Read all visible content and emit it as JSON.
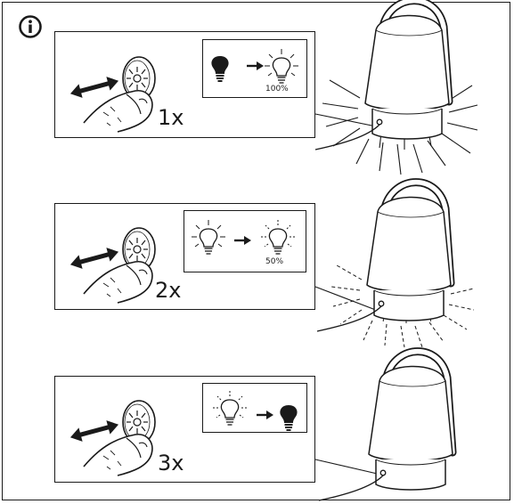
{
  "icons": {
    "info": "info-circle-icon",
    "finger": "finger-press-icon",
    "button": "dimmer-button-icon",
    "arrow": "double-arrow-icon",
    "bulb_off": "bulb-off-icon",
    "bulb_on": "bulb-on-icon",
    "lamp": "lantern-lamp-icon"
  },
  "steps": [
    {
      "presses": "1x",
      "level_label": "100%",
      "from": "off",
      "to": "full"
    },
    {
      "presses": "2x",
      "level_label": "50%",
      "from": "full",
      "to": "half"
    },
    {
      "presses": "3x",
      "level_label": "",
      "from": "half",
      "to": "off"
    }
  ],
  "colors": {
    "ink": "#1a1a1a",
    "background": "#ffffff"
  }
}
